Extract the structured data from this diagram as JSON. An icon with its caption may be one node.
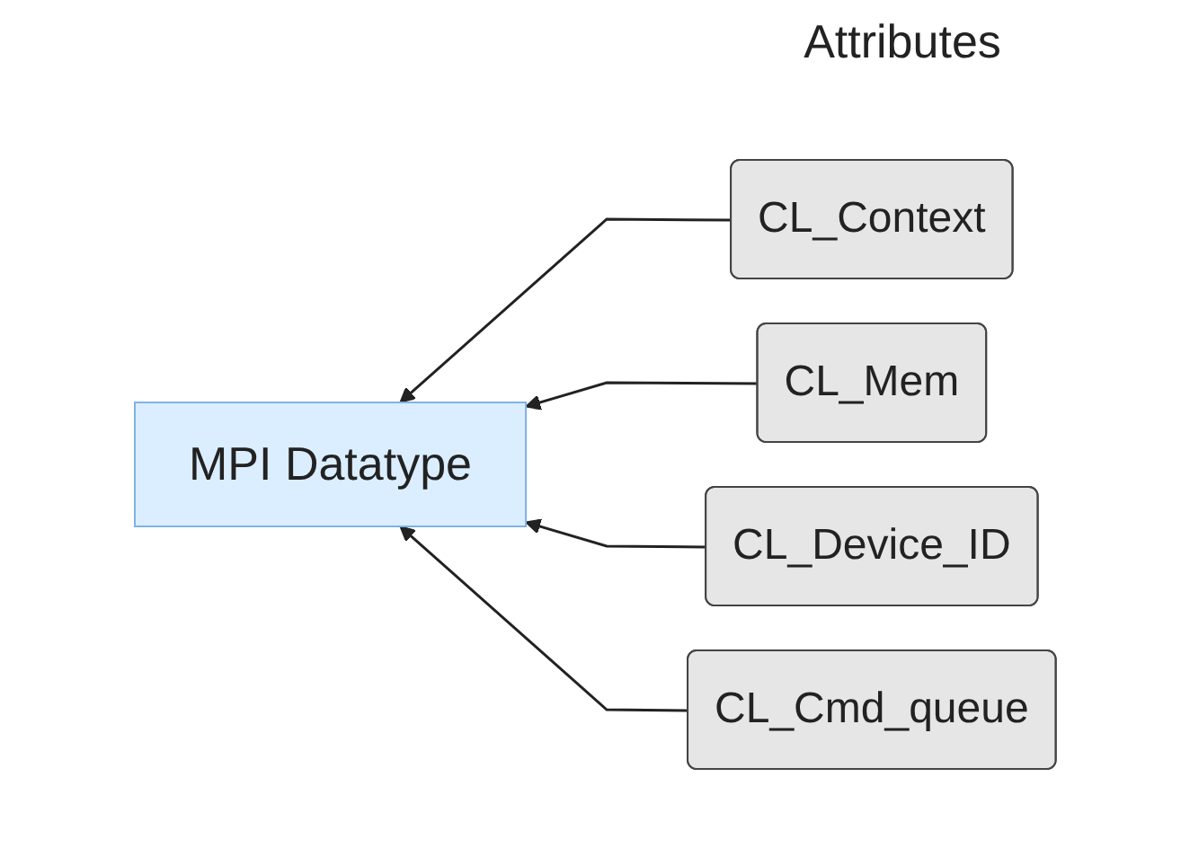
{
  "diagram": {
    "nodes": [
      {
        "text": [
          "MPI Datatype"
        ]
      },
      {
        "text": [
          "CL_Context"
        ]
      },
      {
        "text": [
          "CL_Mem"
        ]
      },
      {
        "text": [
          "CL_Device_ID"
        ]
      },
      {
        "text": [
          "CL_Cmd_queue"
        ]
      }
    ],
    "edges": [
      {
        "from": 1,
        "to": 0,
        "arrow": "to"
      },
      {
        "from": 2,
        "to": 0,
        "arrow": "to"
      },
      {
        "from": 3,
        "to": 0,
        "arrow": "to"
      },
      {
        "from": 4,
        "to": 0,
        "arrow": "to"
      }
    ],
    "labels": [
      "Attributes"
    ]
  }
}
